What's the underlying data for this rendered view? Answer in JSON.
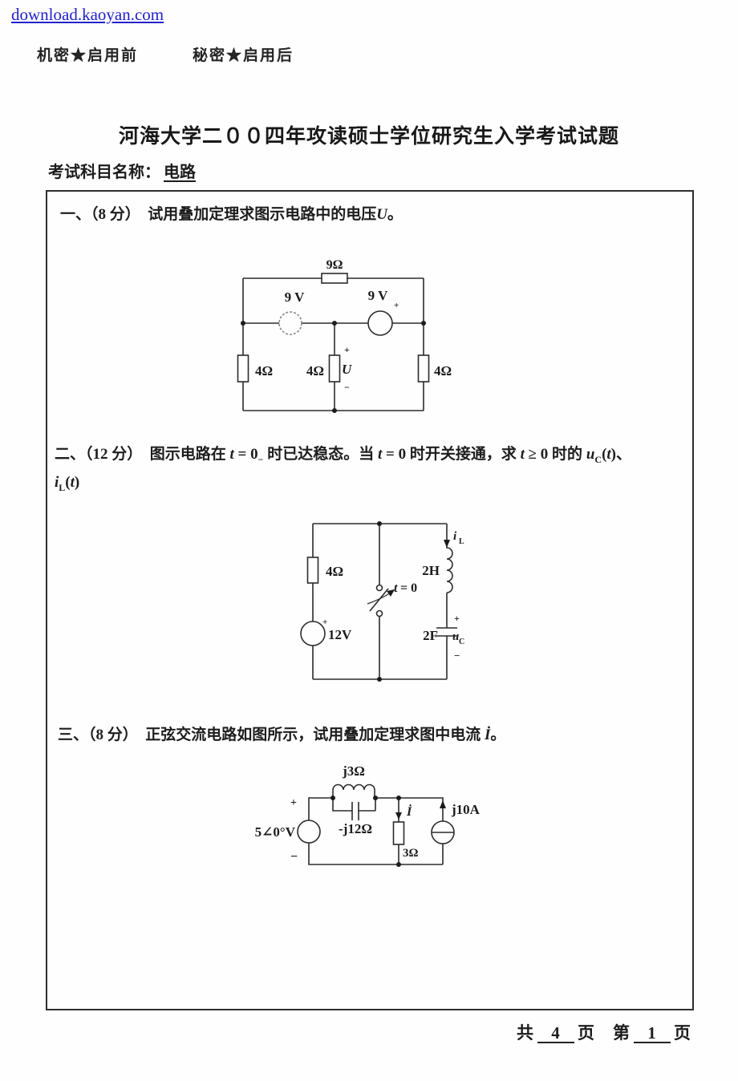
{
  "watermark": "download.kaoyan.com",
  "security": {
    "left": "机密★启用前",
    "right": "秘密★启用后"
  },
  "title": "河海大学二００四年攻读硕士学位研究生入学考试试题",
  "subject": {
    "label": "考试科目名称：",
    "value": "电路"
  },
  "questions": {
    "q1": {
      "pre": "一、（8 分）　试用叠加定理求图示电路中的电压",
      "sym": "U",
      "post": "。"
    },
    "q2": {
      "c1": "二、（12 分）　图示电路在 ",
      "t1": "t",
      "c2": " = 0",
      "sub1": "−",
      "c3": " 时已达稳态。当 ",
      "t2": "t",
      "c4": " = 0 时开关接通，求 ",
      "t3": "t",
      "c5": " ≥ 0 时的 ",
      "u": "u",
      "usub": "C",
      "c6": "(",
      "t4": "t",
      "c7": ")、",
      "i": "i",
      "isub": "L",
      "c8": "(",
      "t5": "t",
      "c9": ")"
    },
    "q3": {
      "pre": "三、（8 分）　正弦交流电路如图所示，试用叠加定理求图中电流 ",
      "sym": "İ",
      "post": "。"
    }
  },
  "circuit1": {
    "r_top": "9Ω",
    "src_left": "9 V",
    "src_right": "9 V",
    "src_right_plus": "+",
    "r_left": "4Ω",
    "r_mid": "4Ω",
    "r_right": "4Ω",
    "u_plus": "+",
    "u": "U",
    "u_minus": "−"
  },
  "circuit2": {
    "r": "4Ω",
    "src": "12V",
    "src_plus": "+",
    "sw_t": "t",
    "sw_eq": " = 0",
    "i": "i",
    "i_sub": "L",
    "ind": "2H",
    "cap": "2F",
    "uc_plus": "+",
    "u": "u",
    "u_sub": "C",
    "uc_minus": "−"
  },
  "circuit3": {
    "src": "5∠0°V",
    "src_plus": "+",
    "src_minus": "−",
    "ind": "j3Ω",
    "cap": "-j12Ω",
    "i": "İ",
    "r": "3Ω",
    "isrc": "j10A"
  },
  "footer": {
    "total_label": "共",
    "total": "4",
    "pages": "页",
    "page_label": "第",
    "page": "1",
    "page_suffix": "页"
  }
}
